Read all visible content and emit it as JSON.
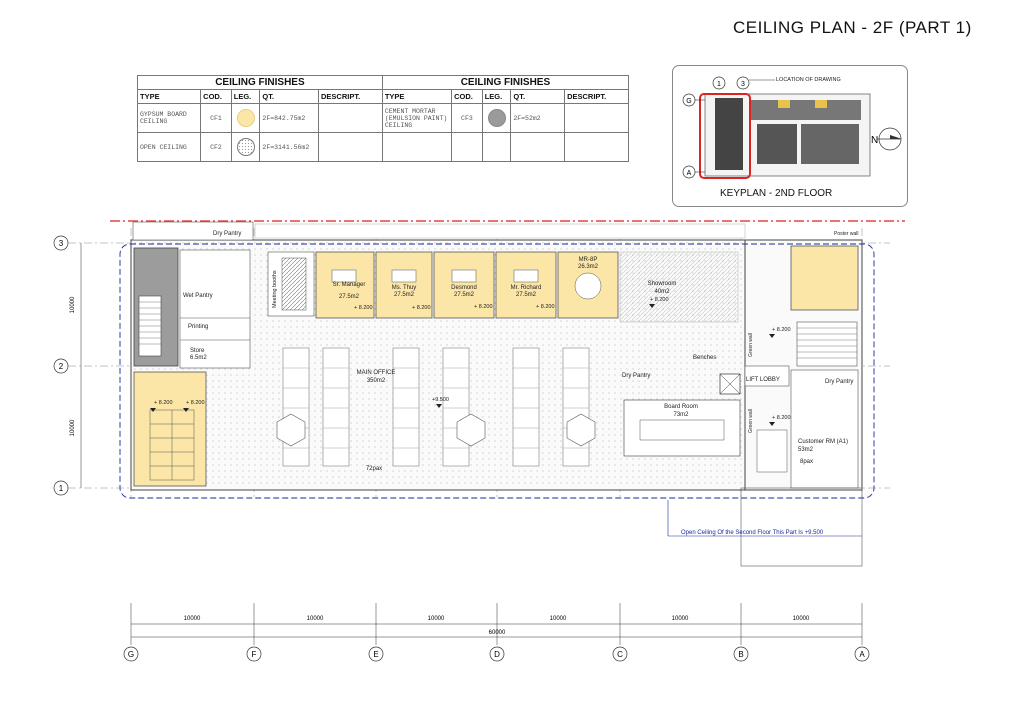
{
  "title": "CEILING PLAN  - 2F  (PART 1)",
  "finishes": {
    "header": "CEILING FINISHES",
    "columns": [
      "TYPE",
      "COD.",
      "LEG.",
      "QT.",
      "DESCRIPT."
    ],
    "left": [
      {
        "type": "GYPSUM BOARD CEILING",
        "code": "CF1",
        "legend": "yellow",
        "qty": "2F=842.75m2",
        "descr": ""
      },
      {
        "type": "OPEN CEILING",
        "code": "CF2",
        "legend": "dotted",
        "qty": "2F=3141.56m2",
        "descr": ""
      }
    ],
    "right": [
      {
        "type": "CEMENT MORTAR (EMULSION PAINT) CEILING",
        "code": "CF3",
        "legend": "grey",
        "qty": "2F=52m2",
        "descr": ""
      }
    ]
  },
  "keyplan": {
    "label": "KEYPLAN - 2ND FLOOR",
    "location_note": "LOCATION OF DRAWING",
    "grid_top": [
      "1",
      "3"
    ],
    "grid_side": [
      "G",
      "A"
    ],
    "north": "N"
  },
  "grid": {
    "rows": [
      "3",
      "2",
      "1"
    ],
    "cols": [
      "G",
      "F",
      "E",
      "D",
      "C",
      "B",
      "A"
    ],
    "row_dims": [
      "10000",
      "10000"
    ],
    "col_dims": [
      "10000",
      "10000",
      "10000",
      "10000",
      "10000",
      "10000"
    ],
    "total": "60000"
  },
  "rooms": {
    "dry_pantry_top": "Dry Pantry",
    "poster_wall": "Poster wall",
    "wet_pantry": "Wet Pantry",
    "printing": "Printing",
    "store": "Store",
    "store_area": "6.5m2",
    "meeting_booths": "Meeting booths",
    "sr_manager": "Sr. Manager",
    "sr_manager_area": "27.5m2",
    "ms_thuy": "Ms. Thuy",
    "ms_thuy_area": "27.5m2",
    "desmond": "Desmond",
    "desmond_area": "27.5m2",
    "mr_richard": "Mr. Richard",
    "mr_richard_area": "27.5m2",
    "mr8p": "MR-8P",
    "mr8p_area": "26.3m2",
    "showroom": "Showroom",
    "showroom_area": "40m2",
    "main_office": "MAIN OFFICE",
    "main_office_area": "350m2",
    "main_office_pax": "72pax",
    "benches": "Benches",
    "dry_pantry_mid": "Dry Pantry",
    "board_room": "Board Room",
    "board_room_area": "73m2",
    "lift_lobby": "LIFT LOBBY",
    "dry_pantry_right": "Dry Pantry",
    "customer_rm": "Customer RM (A1)",
    "customer_rm_area": "53m2",
    "customer_rm_pax": "8pax",
    "green_wall_1": "Green wall",
    "green_wall_2": "Green wall"
  },
  "levels": {
    "l8200": "+ 8.200",
    "l9500": "+9.500"
  },
  "open_ceiling_note": "Open Ceiling Of the Second Floor This Part Is +9.500",
  "colors": {
    "yellow_fill": "#fbe6a8",
    "red_line": "#d22",
    "blue_line": "#1a2a9a",
    "wall": "#333"
  }
}
